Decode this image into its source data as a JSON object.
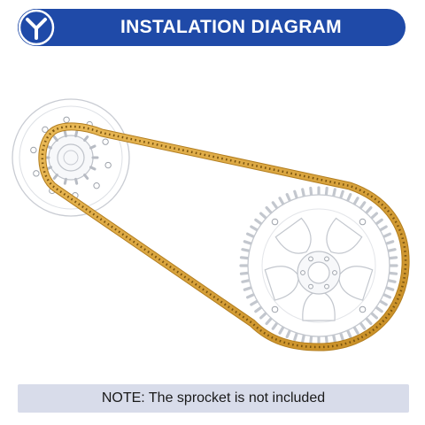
{
  "header": {
    "title": "INSTALATION DIAGRAM",
    "background_color": "#1f4aa8",
    "logo_icon": "y-logo-icon"
  },
  "diagram": {
    "components": [
      "small-sprocket",
      "large-sprocket",
      "roller-chain"
    ],
    "chain_color": "#d9a23a"
  },
  "note": {
    "text": "NOTE:  The sprocket is not included",
    "background_color": "#d8dcea"
  }
}
